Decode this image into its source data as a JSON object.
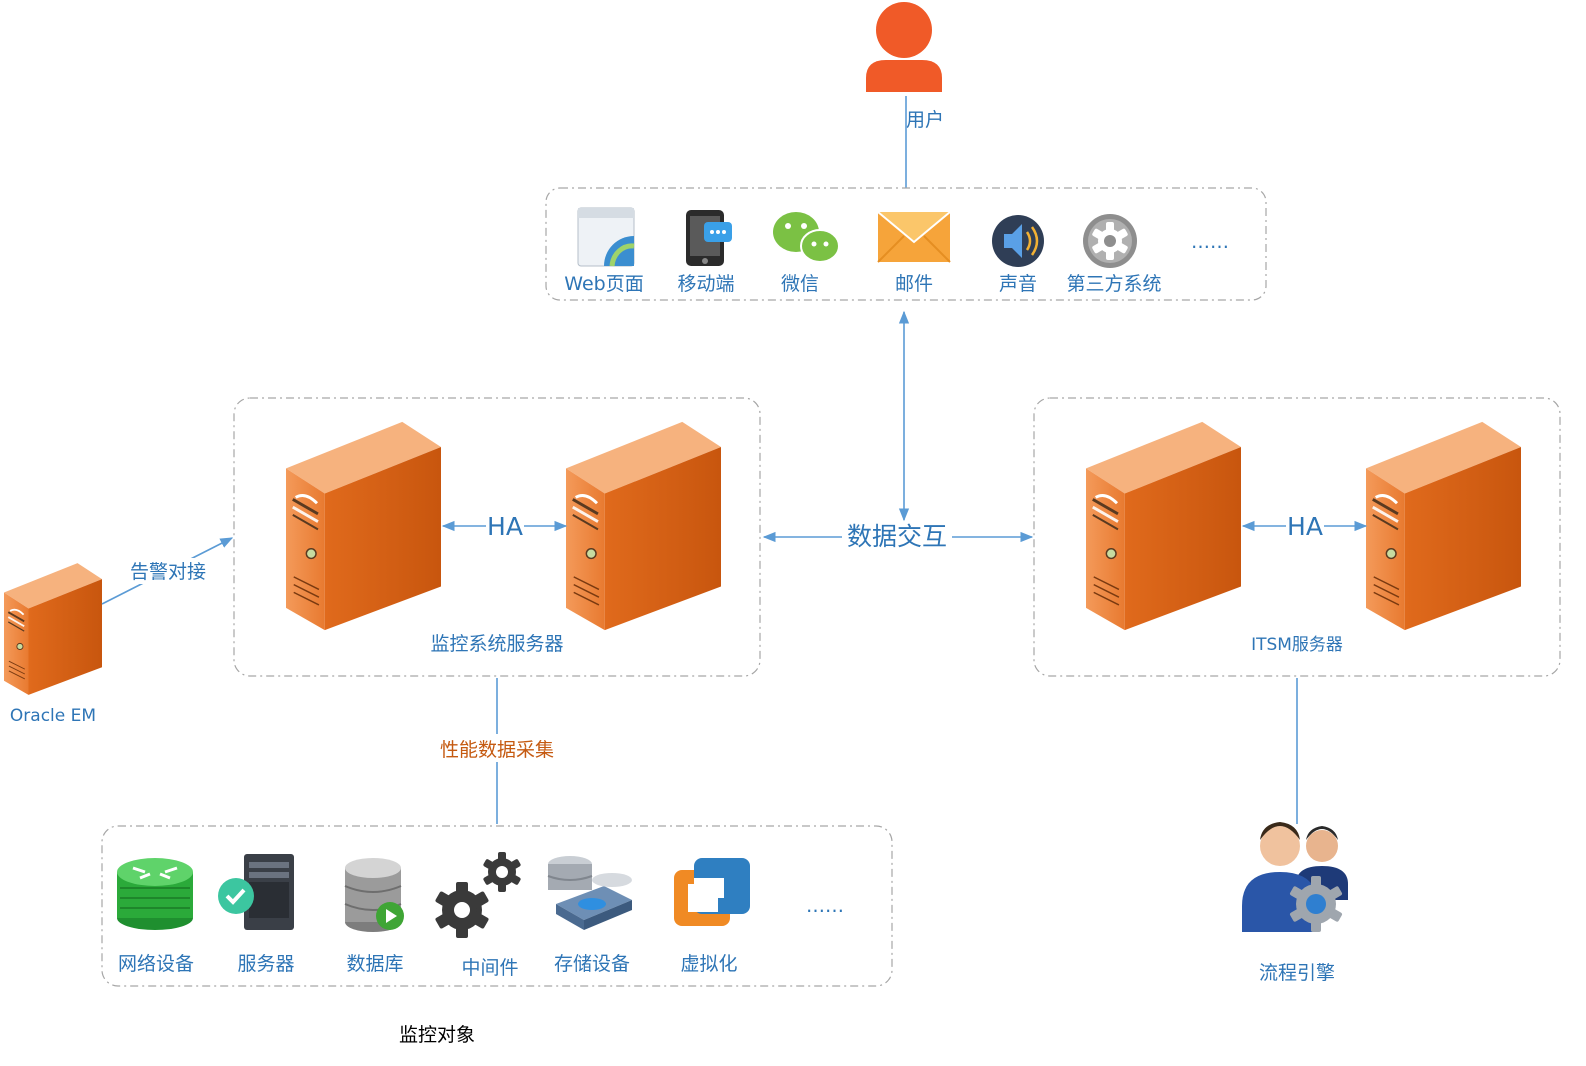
{
  "colors": {
    "accent_blue": "#2E75B6",
    "link_blue": "#5B9BD5",
    "server_orange": "#E8782A",
    "user_red": "#F05A28",
    "label_orange": "#C55A11"
  },
  "user": {
    "label": "用户",
    "icon": "user-icon"
  },
  "channels": {
    "items": [
      {
        "label": "Web页面",
        "icon": "web-page-icon"
      },
      {
        "label": "移动端",
        "icon": "mobile-icon"
      },
      {
        "label": "微信",
        "icon": "wechat-icon"
      },
      {
        "label": "邮件",
        "icon": "mail-icon"
      },
      {
        "label": "声音",
        "icon": "speaker-icon"
      },
      {
        "label": "第三方系统",
        "icon": "gear-icon"
      }
    ],
    "more": "……"
  },
  "monitor_group": {
    "label": "监控系统服务器",
    "ha": "HA"
  },
  "itsm_group": {
    "label": "ITSM服务器",
    "ha": "HA"
  },
  "data_exchange": "数据交互",
  "oracle": {
    "label": "Oracle EM",
    "link_label": "告警对接"
  },
  "perf_collect": "性能数据采集",
  "targets": {
    "items": [
      {
        "label": "网络设备",
        "icon": "router-icon"
      },
      {
        "label": "服务器",
        "icon": "server-check-icon"
      },
      {
        "label": "数据库",
        "icon": "database-icon"
      },
      {
        "label": "中间件",
        "icon": "gears-icon"
      },
      {
        "label": "存储设备",
        "icon": "storage-icon"
      },
      {
        "label": "虚拟化",
        "icon": "virtualization-icon"
      }
    ],
    "more": "……",
    "caption": "监控对象"
  },
  "workflow": {
    "label": "流程引擎",
    "icon": "workflow-users-icon"
  }
}
